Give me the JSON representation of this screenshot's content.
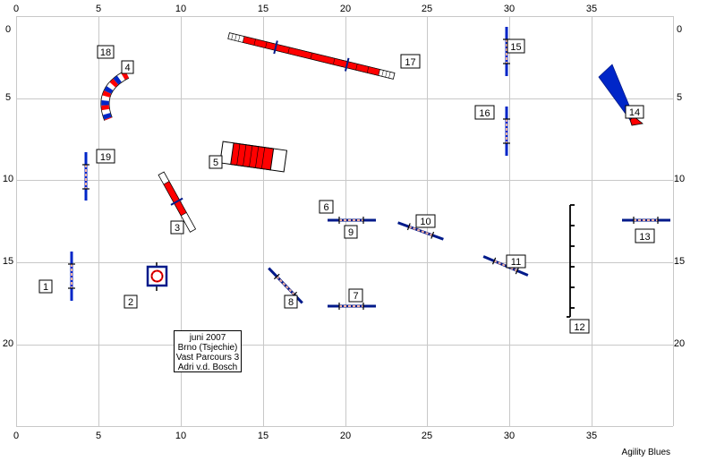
{
  "grid": {
    "x_ticks": [
      "0",
      "5",
      "10",
      "15",
      "20",
      "25",
      "30",
      "35"
    ],
    "y_ticks": [
      "0",
      "5",
      "10",
      "15",
      "20"
    ]
  },
  "colors": {
    "red": "#ff0000",
    "blue": "#0026c8",
    "navy": "#001a8a",
    "grid": "#c8c8c8",
    "pole": "#f3b0a0"
  },
  "info": {
    "date": "juni 2007",
    "place": "Brno (Tsjechie)",
    "course": "Vast Parcours 3",
    "author": "Adri v.d. Bosch"
  },
  "credit": "Agility Blues",
  "obstacles": [
    {
      "num": "1",
      "type": "jump"
    },
    {
      "num": "2",
      "type": "tire"
    },
    {
      "num": "3",
      "type": "seesaw"
    },
    {
      "num": "4",
      "type": "tunnel"
    },
    {
      "num": "5",
      "type": "collapsed-tunnel"
    },
    {
      "num": "6",
      "type": "label"
    },
    {
      "num": "7",
      "type": "jump"
    },
    {
      "num": "8",
      "type": "jump"
    },
    {
      "num": "9",
      "type": "jump"
    },
    {
      "num": "10",
      "type": "jump"
    },
    {
      "num": "11",
      "type": "jump"
    },
    {
      "num": "12",
      "type": "weave-poles"
    },
    {
      "num": "13",
      "type": "jump"
    },
    {
      "num": "14",
      "type": "a-frame"
    },
    {
      "num": "15",
      "type": "jump"
    },
    {
      "num": "16",
      "type": "jump"
    },
    {
      "num": "17",
      "type": "dog-walk"
    },
    {
      "num": "18",
      "type": "label"
    },
    {
      "num": "19",
      "type": "jump"
    }
  ]
}
